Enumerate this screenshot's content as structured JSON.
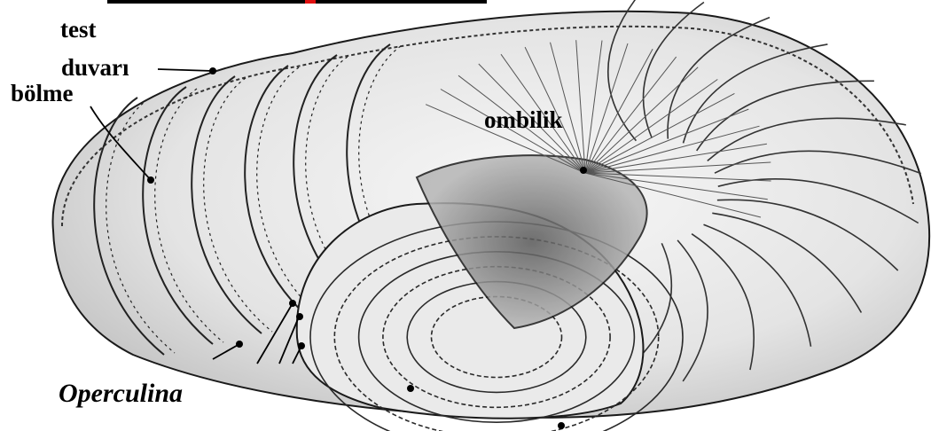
{
  "labels": {
    "test": "test",
    "duvari": "duvarı",
    "bolme": "bölme",
    "ombilik": "ombilik",
    "species": "Operculina"
  },
  "colors": {
    "background": "#ffffff",
    "shell_fill": "#efefef",
    "shell_shade": "#d2d2d2",
    "ink": "#1a1a1a",
    "accent_bar": "#e01010"
  }
}
